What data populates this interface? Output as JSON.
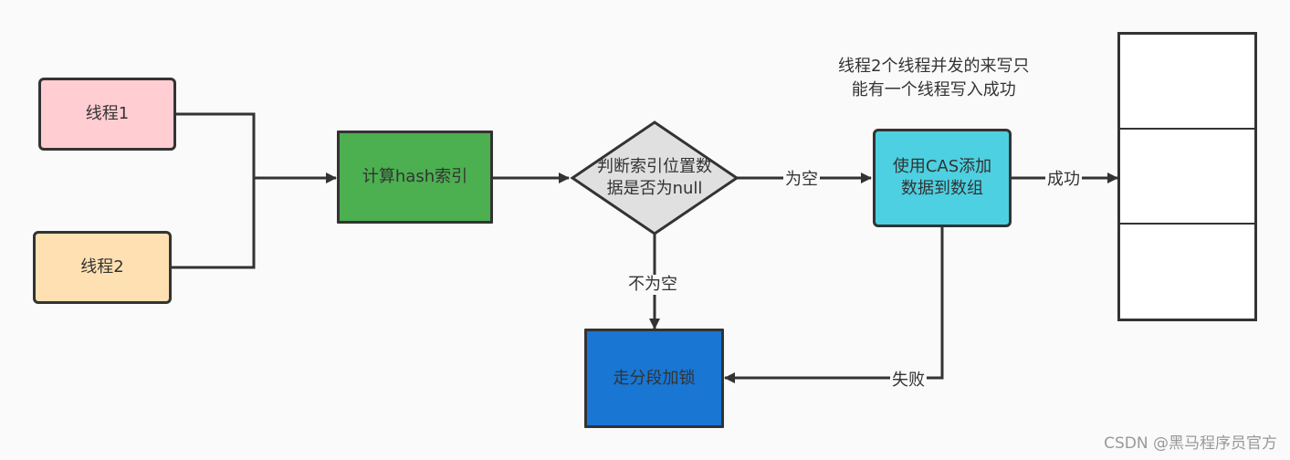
{
  "nodes": {
    "thread1": "线程1",
    "thread2": "线程2",
    "hash": "计算hash索引",
    "decision": "判断索引位置数据是否为null",
    "decision_line1": "判断索引位置数",
    "decision_line2": "据是否为null",
    "cas": "使用CAS添加数据到数组",
    "cas_line1": "使用CAS添加",
    "cas_line2": "数据到数组",
    "lock": "走分段加锁"
  },
  "edges": {
    "empty": "为空",
    "not_empty": "不为空",
    "success": "成功",
    "fail": "失败"
  },
  "note": {
    "line1": "线程2个线程并发的来写只",
    "line2": "能有一个线程写入成功"
  },
  "array": {
    "cells": [
      "",
      "",
      ""
    ]
  },
  "watermark": "CSDN @黑马程序员官方",
  "colors": {
    "thread1": "#ffcdd2",
    "thread2": "#ffe0b2",
    "hash": "#4caf50",
    "decision": "#e0e0e0",
    "cas": "#4dd0e1",
    "lock": "#1976d2"
  }
}
